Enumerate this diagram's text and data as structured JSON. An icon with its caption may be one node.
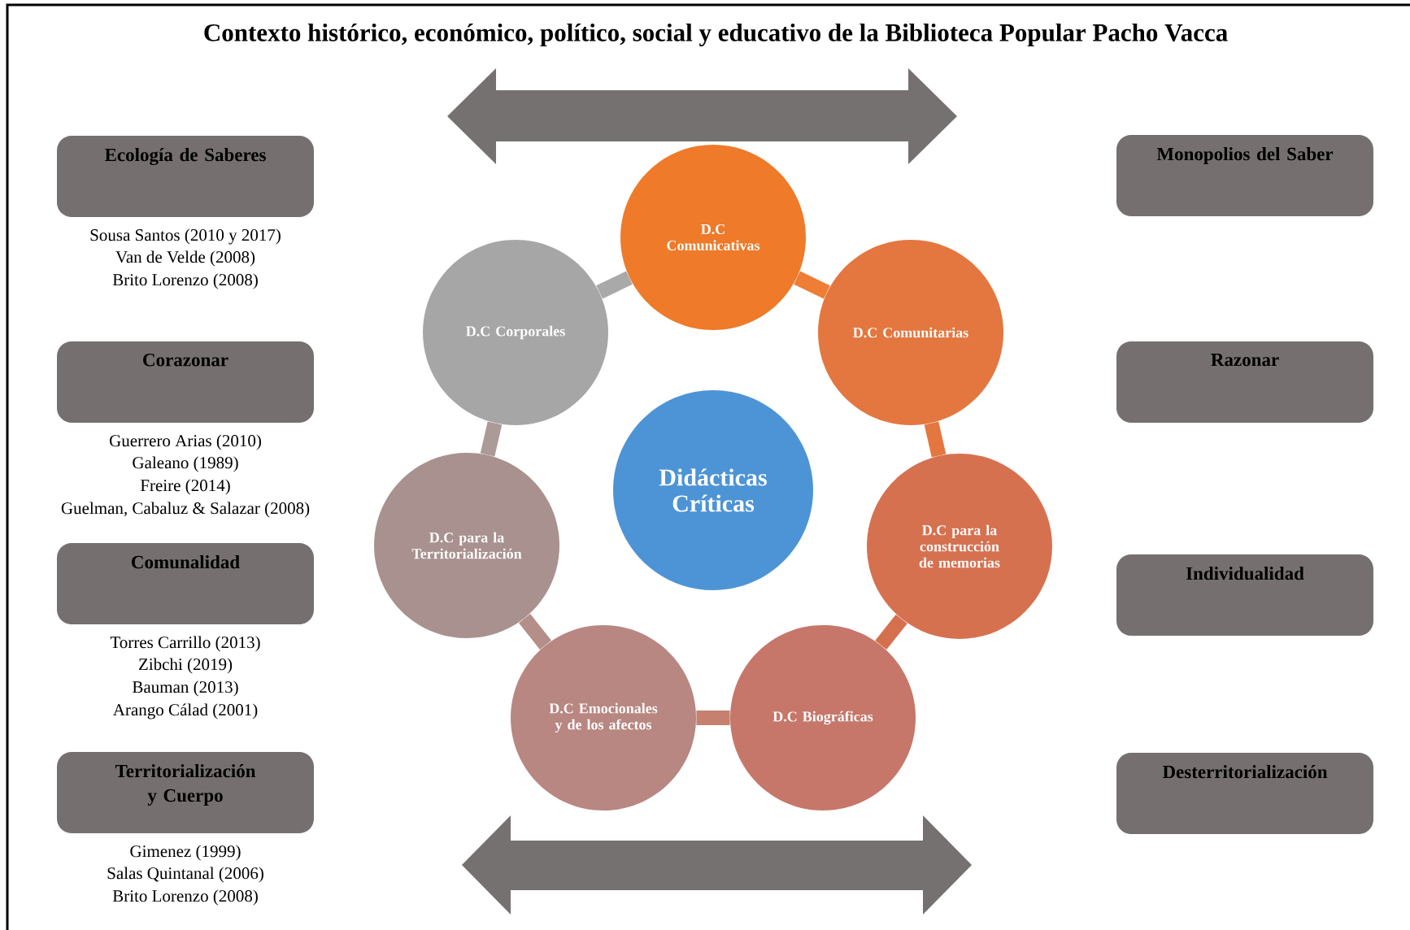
{
  "diagram": {
    "title": "Contexto histórico, económico, político, social y educativo de la Biblioteca Popular Pacho Vacca",
    "nodes": [
      {
        "text": [
          "Ecología de Saberes"
        ],
        "beside": [
          "Sousa Santos (2010 y 2017)",
          "Van de Velde (2008)",
          "Brito Lorenzo (2008)"
        ]
      },
      {
        "text": [
          "Corazonar"
        ],
        "beside": [
          "Guerrero Arias (2010)",
          "Galeano (1989)",
          "Freire (2014)",
          "Guelman, Cabaluz & Salazar (2008)"
        ]
      },
      {
        "text": [
          "Comunalidad"
        ],
        "beside": [
          "Torres Carrillo (2013)",
          "Zibchi (2019)",
          "Bauman (2013)",
          "Arango Cálad (2001)"
        ]
      },
      {
        "text": [
          "Territorialización y Cuerpo"
        ],
        "beside": [
          "Gimenez (1999)",
          "Salas Quintanal (2006)",
          "Brito Lorenzo (2008)"
        ]
      },
      {
        "text": [
          "Didácticas Críticas"
        ]
      },
      {
        "text": [
          "D.C Comunicativas"
        ]
      },
      {
        "text": [
          "D.C Comunitarias"
        ]
      },
      {
        "text": [
          "D.C para la construcción de memorias"
        ]
      },
      {
        "text": [
          "D.C Biográficas"
        ]
      },
      {
        "text": [
          "D.C Emocionales y de los afectos"
        ]
      },
      {
        "text": [
          "D.C para la Territorialización"
        ]
      },
      {
        "text": [
          "D.C Corporales"
        ]
      },
      {
        "text": [
          "Monopolios del Saber"
        ]
      },
      {
        "text": [
          "Razonar"
        ]
      },
      {
        "text": [
          "Individualidad"
        ]
      },
      {
        "text": [
          "Desterritorialización"
        ]
      }
    ],
    "edges": [
      {
        "from": 5,
        "to": 6,
        "arrow": "none",
        "color": "#ee7d35"
      },
      {
        "from": 6,
        "to": 7,
        "arrow": "none",
        "color": "#e4773f"
      },
      {
        "from": 7,
        "to": 8,
        "arrow": "none",
        "color": "#d5704f"
      },
      {
        "from": 8,
        "to": 9,
        "arrow": "none",
        "color": "#c6806f"
      },
      {
        "from": 9,
        "to": 10,
        "arrow": "none",
        "color": "#b48e88"
      },
      {
        "from": 10,
        "to": 11,
        "arrow": "none",
        "color": "#ab9a97"
      },
      {
        "from": 11,
        "to": 5,
        "arrow": "none",
        "color": "#a9a9a9"
      }
    ]
  }
}
